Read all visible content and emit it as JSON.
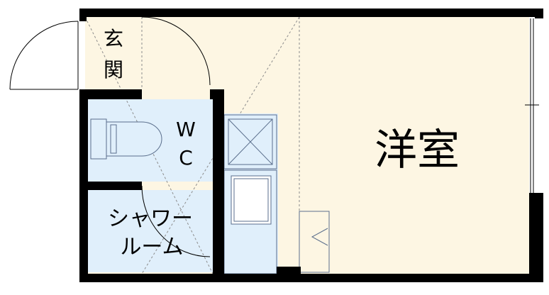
{
  "rooms": {
    "entrance": {
      "label_top": "玄",
      "label_bottom": "関"
    },
    "toilet": {
      "label_top": "W",
      "label_bottom": "C"
    },
    "shower_room": {
      "label_top": "シャワー",
      "label_bottom": "ルーム"
    },
    "western_room": {
      "label": "洋室"
    }
  },
  "colors": {
    "wall": "#000000",
    "floor": "#fdf6e3",
    "wet_area": "#e0effb",
    "fixture_line": "#5a6e8c"
  }
}
